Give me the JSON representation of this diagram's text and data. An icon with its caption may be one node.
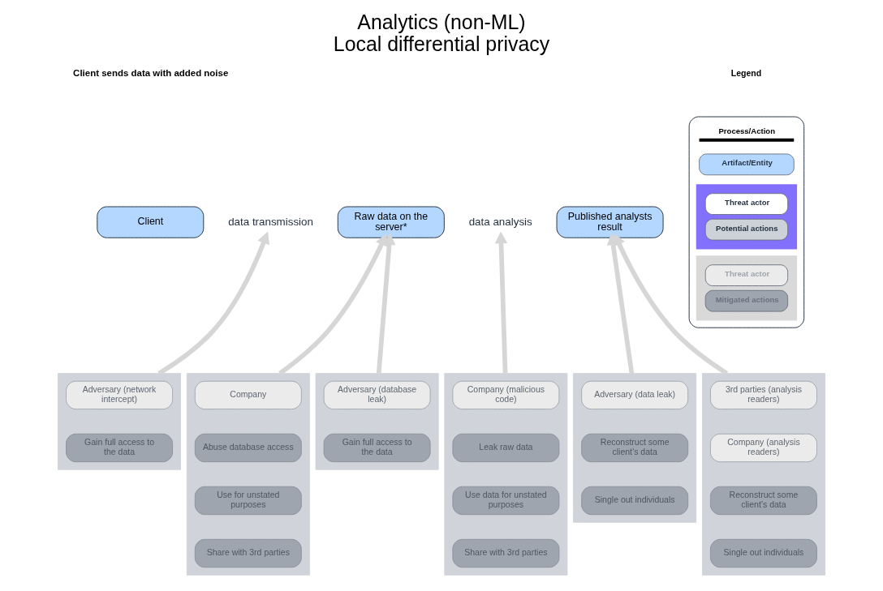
{
  "diagram": {
    "title": "Analytics (non-ML)",
    "caption": "Local differential privacy",
    "nodes": [
      {
        "text": [
          "Client"
        ]
      },
      {
        "text": [
          "data transmission"
        ]
      },
      {
        "text": [
          "Raw data on the server*"
        ]
      },
      {
        "text": [
          "data analysis"
        ]
      },
      {
        "text": [
          "Published analysts result"
        ]
      },
      {
        "text": [],
        "shape": "box"
      },
      {
        "text": [
          "Adversary (network intercept)"
        ],
        "in": 5
      },
      {
        "text": [
          "Gain full access to the data"
        ],
        "in": 5
      },
      {
        "text": [],
        "shape": "box"
      },
      {
        "text": [
          "Company (malicious code)"
        ],
        "in": 8
      },
      {
        "text": [
          "Leak raw data"
        ],
        "in": 8
      },
      {
        "text": [
          "Use data for unstated purposes"
        ],
        "in": 8
      },
      {
        "text": [
          "Share with 3rd parties"
        ],
        "in": 8
      },
      {
        "text": [],
        "shape": "box"
      },
      {
        "text": [
          "Company"
        ],
        "in": 13
      },
      {
        "text": [
          "Abuse database access"
        ],
        "in": 13
      },
      {
        "text": [
          "Use for unstated purposes"
        ],
        "in": 13
      },
      {
        "text": [
          "Share with 3rd parties"
        ],
        "in": 13
      },
      {
        "text": [],
        "shape": "box"
      },
      {
        "text": [
          "Adversary (data leak)"
        ],
        "in": 18
      },
      {
        "text": [
          "Reconstruct some client’s data"
        ],
        "in": 18
      },
      {
        "text": [
          "Single out individuals"
        ],
        "in": 18
      },
      {
        "text": [],
        "shape": "box"
      },
      {
        "text": [
          "Adversary (database leak)"
        ],
        "in": 22
      },
      {
        "text": [
          "Gain full access to the data"
        ],
        "in": 22
      },
      {
        "text": [],
        "shape": "box"
      },
      {
        "text": [
          "3rd parties (analysis readers)"
        ],
        "in": 25
      },
      {
        "text": [
          "Company (analysis readers)"
        ],
        "in": 25
      },
      {
        "text": [
          "Reconstruct some client’s data"
        ],
        "in": 25
      },
      {
        "text": [
          "Single out individuals"
        ],
        "in": 25
      }
    ],
    "edges": [
      {
        "from": 5,
        "to": 1,
        "arrow": "to"
      },
      {
        "from": 13,
        "to": 2,
        "arrow": "to"
      },
      {
        "from": 22,
        "to": 2,
        "arrow": "to"
      },
      {
        "from": 8,
        "to": 3,
        "arrow": "to"
      },
      {
        "from": 25,
        "to": 4,
        "arrow": "to"
      },
      {
        "from": 18,
        "to": 4,
        "arrow": "to"
      }
    ],
    "labels": [
      "Client sends data with added noise",
      "Legend"
    ],
    "legend": [
      {
        "text": "Process/Action"
      },
      {
        "text": "Artifact/Entity",
        "color": "#b3d7ff"
      },
      {
        "text": "Threat actor",
        "color": "#ffffff"
      },
      {
        "text": "Potential actions",
        "color": "#cdd2d9"
      },
      {
        "text": "Threat actor",
        "color": "#ebebeb"
      },
      {
        "text": "Mitigated actions",
        "color": "#9ea5ae"
      }
    ]
  }
}
